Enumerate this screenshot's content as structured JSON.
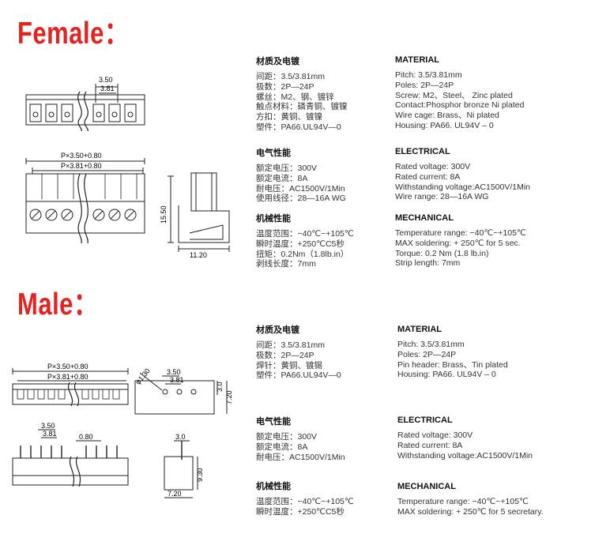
{
  "female": {
    "title": "Female：",
    "dims": {
      "pitch_a": "3.50",
      "pitch_b": "3.81",
      "len_a": "P×3.50+0.80",
      "len_b": "P×3.81+0.80",
      "height": "15.50",
      "depth": "11.20"
    },
    "cn_material": {
      "heading": "材质及电镀",
      "lines": [
        "间距：3.5/3.81mm",
        "极数：2P—24P",
        "螺丝：M2、钢、镀锌",
        "触点材料：磷青铜、镀镍",
        "方扣：黄铜、镀镍",
        "塑件：PA66.UL94V—0"
      ]
    },
    "cn_electrical": {
      "heading": "电气性能",
      "lines": [
        "额定电压：300V",
        "额定电流：8A",
        "耐电压：AC1500V/1Min",
        "使用线径：28—16A WG"
      ]
    },
    "cn_mechanical": {
      "heading": "机械性能",
      "lines": [
        "温度范围：−40℃~+105℃",
        "瞬时温度：+250℃C5秒",
        "扭矩：0.2Nm（1.8lb.in）",
        "剥线长度：7mm"
      ]
    },
    "en_material": {
      "heading": "MATERIAL",
      "lines": [
        "Pitch: 3.5/3.81mm",
        "Poles:  2P—24P",
        "Screw: M2、Steel、 Zinc plated",
        "Contact:Phosphor bronze Ni plated",
        "Wire cage: Brass、Ni plated",
        "Housing: PA66. UL94V – 0"
      ]
    },
    "en_electrical": {
      "heading": "ELECTRICAL",
      "lines": [
        "Rated voltage: 300V",
        "Rated current: 8A",
        "Withstanding voltage:AC1500V/1Min",
        "Wire range: 28—16A WG"
      ]
    },
    "en_mechanical": {
      "heading": "MECHANICAL",
      "lines": [
        "Temperature range: −40℃~+105℃",
        "MAX soldering: + 250℃ for 5 sec.",
        "Torque: 0.2 Nm (1.8 lb.in)",
        "Strip length: 7mm"
      ]
    }
  },
  "male": {
    "title": "Male：",
    "dims": {
      "len_a": "P×3.50+0.80",
      "len_b": "P×3.81+0.80",
      "hole": "φ1.30",
      "pitch_a": "3.50",
      "pitch_b": "3.81",
      "h1": "3.0",
      "h2": "7.20",
      "pin_gap": "0.80",
      "side_top": "3.0",
      "side_h": "9.30",
      "side_w": "7.20"
    },
    "cn_material": {
      "heading": "材质及电镀",
      "lines": [
        "间距：3.5/3.81mm",
        "极数：2P—24P",
        "焊针：黄铜、镀锡",
        "塑件：PA66.UL94V—0"
      ]
    },
    "cn_electrical": {
      "heading": "电气性能",
      "lines": [
        "额定电压：300V",
        "额定电流：8A",
        "耐电压：AC1500V/1Min"
      ]
    },
    "cn_mechanical": {
      "heading": "机械性能",
      "lines": [
        "温度范围：−40℃~+105℃",
        "瞬时温度：+250℃C5秒"
      ]
    },
    "en_material": {
      "heading": "MATERIAL",
      "lines": [
        "Pitch: 3.5/3.81mm",
        "Poles:  2P—24P",
        "Pin header: Brass、Tin plated",
        "Housing: PA66. UL94V – 0"
      ]
    },
    "en_electrical": {
      "heading": "ELECTRICAL",
      "lines": [
        "Rated voltage: 300V",
        "Rated current: 8A",
        "Withstanding voltage:AC1500V/1Min"
      ]
    },
    "en_mechanical": {
      "heading": "MECHANICAL",
      "lines": [
        "Temperature range: −40℃~+105℃",
        "MAX soldering: + 250℃ for 5 secretary."
      ]
    }
  }
}
